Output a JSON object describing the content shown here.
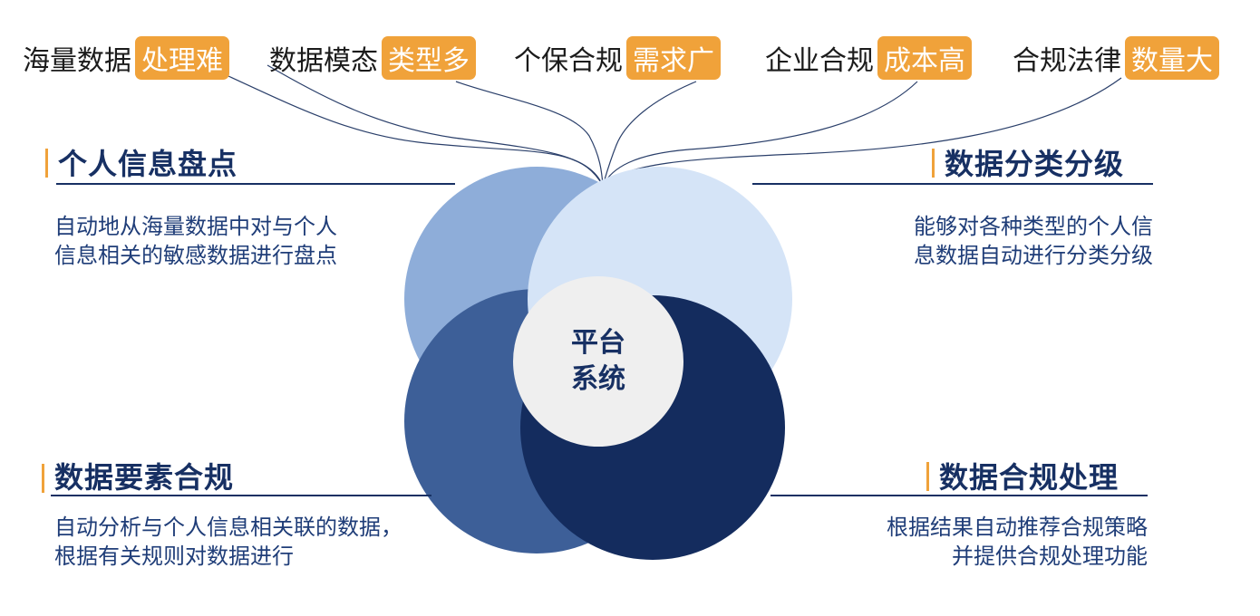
{
  "pain_points": [
    {
      "text": "海量数据",
      "tag": "处理难"
    },
    {
      "text": "数据模态",
      "tag": "类型多"
    },
    {
      "text": "个保合规",
      "tag": "需求广"
    },
    {
      "text": "企业合规",
      "tag": "成本高"
    },
    {
      "text": "合规法律",
      "tag": "数量大"
    }
  ],
  "sections": {
    "top_left": {
      "title": "个人信息盘点",
      "lines": [
        "自动地从海量数据中对与个人",
        "信息相关的敏感数据进行盘点"
      ]
    },
    "top_right": {
      "title": "数据分类分级",
      "lines": [
        "能够对各种类型的个人信",
        "息数据自动进行分类分级"
      ]
    },
    "bottom_left": {
      "title": "数据要素合规",
      "lines": [
        "自动分析与个人信息相关联的数据，",
        "根据有关规则对数据进行"
      ]
    },
    "bottom_right": {
      "title": "数据合规处理",
      "lines": [
        "根据结果自动推荐合规策略",
        "并提供合规处理功能"
      ]
    }
  },
  "center": {
    "line1": "平台",
    "line2": "系统"
  },
  "colors": {
    "accent_orange": "#f0a23a",
    "navy": "#173063",
    "circle_light_blue": "#8eadd9",
    "circle_pale_blue": "#d5e4f7",
    "circle_mid_blue": "#3d5f98",
    "circle_dark_navy": "#142c5e",
    "center_gray": "#efefef"
  }
}
